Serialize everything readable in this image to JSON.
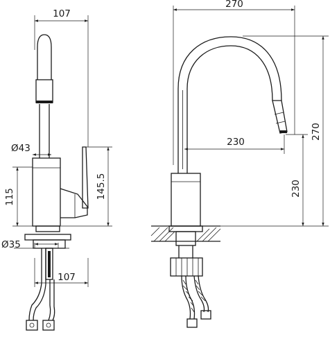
{
  "side_view": {
    "spout_width": "107",
    "body_diameter": "Ø43",
    "body_height": "115",
    "overall_height": "145.5",
    "mount_hole": "Ø35",
    "base_width": "107"
  },
  "front_view": {
    "spout_reach_total": "270",
    "overall_height": "270",
    "spout_reach": "230",
    "spout_clearance": "230"
  }
}
